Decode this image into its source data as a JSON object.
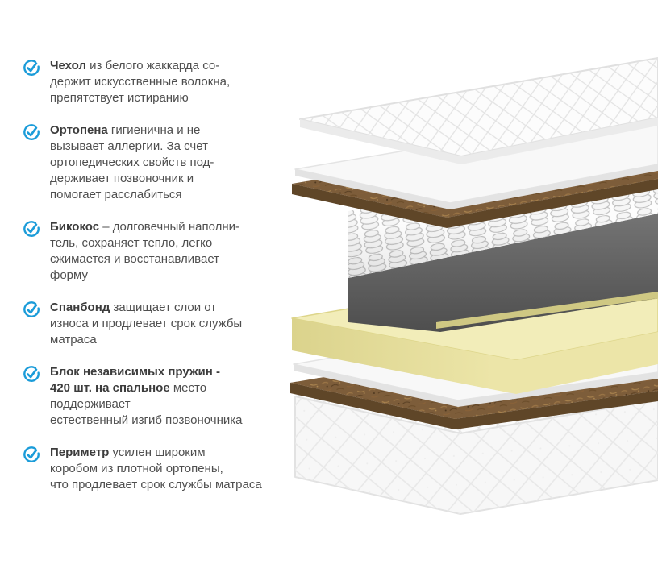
{
  "colors": {
    "accent": "#1b9cd9",
    "text": "#4f4f4f",
    "text_bold": "#3c3c3c",
    "background": "#ffffff",
    "cover_top": "#fcfcfc",
    "cover_side": "#ebebeb",
    "sheet_top": "#f8f8f8",
    "sheet_side": "#e3e3e3",
    "coir_top": "#7d5d3a",
    "coir_side": "#5f4628",
    "springs_base": "#fdfdfd",
    "spring_wire": "#bfbfbf",
    "interior_dark_top": "#757575",
    "interior_dark_bottom": "#4e4e4e",
    "foam_top": "#f2edb9",
    "foam_front_dark": "#dbd38c",
    "foam_front_light": "#ece5a8",
    "foam_inner": "#cfc883",
    "base_top": "#fbfbfb",
    "base_front": "#f7f7f7",
    "quilt_line": "#e3e3e3"
  },
  "icons": {
    "bullet": "check-circle-icon"
  },
  "features": [
    {
      "id": "cover",
      "lines": [
        [
          {
            "bold": true,
            "text": "Чехол"
          },
          {
            "bold": false,
            "text": " из белого жаккарда со-"
          }
        ],
        [
          {
            "bold": false,
            "text": "держит искусственные волокна,"
          }
        ],
        [
          {
            "bold": false,
            "text": "препятствует истиранию"
          }
        ]
      ]
    },
    {
      "id": "orthopena",
      "lines": [
        [
          {
            "bold": true,
            "text": "Ортопена"
          },
          {
            "bold": false,
            "text": " гигиенична и не"
          }
        ],
        [
          {
            "bold": false,
            "text": "вызывает аллергии. За счет"
          }
        ],
        [
          {
            "bold": false,
            "text": "ортопедических свойств под-"
          }
        ],
        [
          {
            "bold": false,
            "text": "держивает позвоночник и"
          }
        ],
        [
          {
            "bold": false,
            "text": "помогает расслабиться"
          }
        ]
      ]
    },
    {
      "id": "bicocos",
      "lines": [
        [
          {
            "bold": true,
            "text": "Бикокос"
          },
          {
            "bold": false,
            "text": " – долговечный наполни-"
          }
        ],
        [
          {
            "bold": false,
            "text": "тель, сохраняет тепло, легко"
          }
        ],
        [
          {
            "bold": false,
            "text": "сжимается и восстанавливает"
          }
        ],
        [
          {
            "bold": false,
            "text": "форму"
          }
        ]
      ]
    },
    {
      "id": "spunbond",
      "lines": [
        [
          {
            "bold": true,
            "text": "Спанбонд"
          },
          {
            "bold": false,
            "text": " защищает слои от"
          }
        ],
        [
          {
            "bold": false,
            "text": "износа и продлевает срок службы"
          }
        ],
        [
          {
            "bold": false,
            "text": "матраса"
          }
        ]
      ]
    },
    {
      "id": "springs",
      "lines": [
        [
          {
            "bold": true,
            "text": "Блок независимых пружин -"
          }
        ],
        [
          {
            "bold": true,
            "text": "420 шт. на спальное"
          },
          {
            "bold": false,
            "text": " место"
          }
        ],
        [
          {
            "bold": false,
            "text": "поддерживает"
          }
        ],
        [
          {
            "bold": false,
            "text": "естественный изгиб позвоночника"
          }
        ]
      ]
    },
    {
      "id": "perimeter",
      "lines": [
        [
          {
            "bold": true,
            "text": "Периметр"
          },
          {
            "bold": false,
            "text": " усилен широким"
          }
        ],
        [
          {
            "bold": false,
            "text": "коробом из плотной ортопены,"
          }
        ],
        [
          {
            "bold": false,
            "text": "что продлевает срок службы матраса"
          }
        ]
      ]
    }
  ]
}
